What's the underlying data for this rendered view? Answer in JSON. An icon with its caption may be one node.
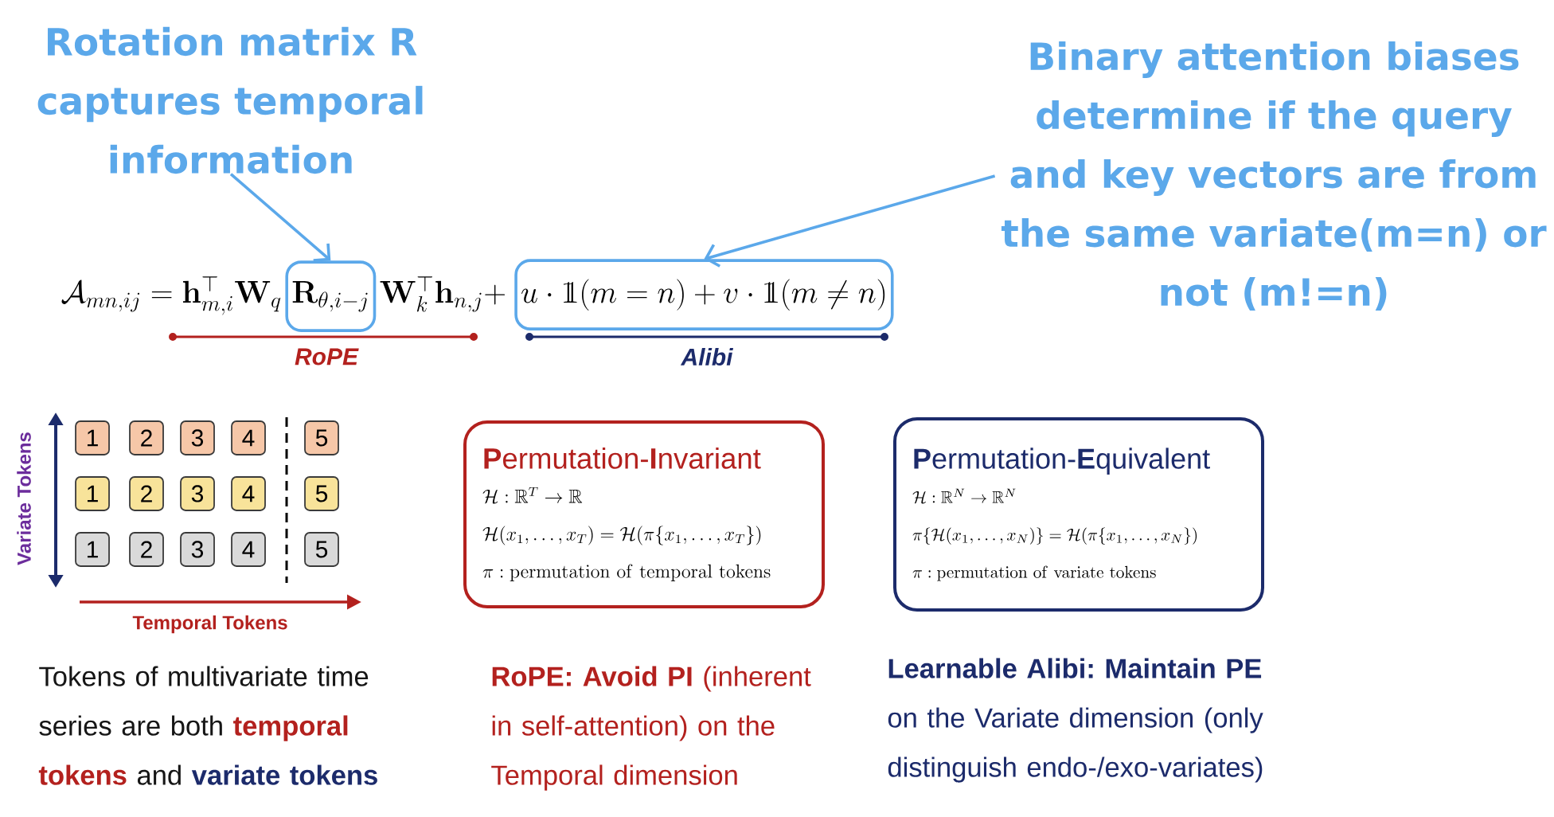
{
  "diagram": {
    "nodes": [
      {
        "text": [
          "Rotation matrix R captures temporal information"
        ]
      },
      {
        "text": [
          "Binary attention biases determine if the query and key vectors are from the same variate(m=n) or not (m!=n)"
        ]
      },
      {
        "text": [
          "\\mathbf{R}_{\\theta,i-j}"
        ]
      },
      {
        "text": [
          "u\\cdot 1\\!\\!1(m=n)+v\\cdot 1\\!\\!1(m\\neq n)"
        ]
      },
      {
        "text": [
          "1"
        ]
      },
      {
        "text": [
          "2"
        ]
      },
      {
        "text": [
          "3"
        ]
      },
      {
        "text": [
          "4"
        ]
      },
      {
        "text": [
          "5"
        ]
      },
      {
        "text": [
          "1"
        ]
      },
      {
        "text": [
          "2"
        ]
      },
      {
        "text": [
          "3"
        ]
      },
      {
        "text": [
          "4"
        ]
      },
      {
        "text": [
          "5"
        ]
      },
      {
        "text": [
          "1"
        ]
      },
      {
        "text": [
          "2"
        ]
      },
      {
        "text": [
          "3"
        ]
      },
      {
        "text": [
          "4"
        ]
      },
      {
        "text": [
          "5"
        ]
      },
      {
        "text": [
          "**P**ermutation-**I**nvariant",
          "\\mathcal{H}:\\mathbb{R}^{T}\\to\\mathbb{R}",
          "\\mathcal{H}(x_1,\\ldots,x_T)=\\mathcal{H}(\\pi\\{x_1,\\ldots,x_T\\})",
          "\\pi:\\mathrm{permutation\\ of\\ temporal\\ tokens}"
        ]
      },
      {
        "text": [
          "**P**ermutation-**E**quivalent",
          "\\mathcal{H}:\\mathbb{R}^{N}\\to\\mathbb{R}^{N}",
          "\\pi\\{\\mathcal{H}(x_1,\\ldots,x_N)\\}=\\mathcal{H}(\\pi\\{x_1,\\ldots,x_N\\})",
          "\\pi:\\mathrm{permutation\\ of\\ variate\\ tokens}"
        ]
      }
    ],
    "edges": [
      {
        "from": 0,
        "to": 2,
        "arrow": "to"
      },
      {
        "from": 1,
        "to": 3,
        "arrow": "to"
      }
    ],
    "labels": [
      "\\mathcal{A}_{mn,ij}=\\mathbf{h}_{m,i}^{\\top}\\mathbf{W}_q",
      "\\mathbf{W}_k^{\\top}\\mathbf{h}_{n,j}+",
      "RoPE",
      "Alibi",
      "Variate Tokens",
      "Temporal Tokens",
      "Tokens of multivariate time series are both **temporal tokens** and **variate tokens**",
      "**RoPE: Avoid PI** (inherent in self-attention) on the Temporal dimension",
      "**Learnable Alibi: Maintain PE** on the Variate dimension (only distinguish endo-/exo-variates)"
    ]
  }
}
